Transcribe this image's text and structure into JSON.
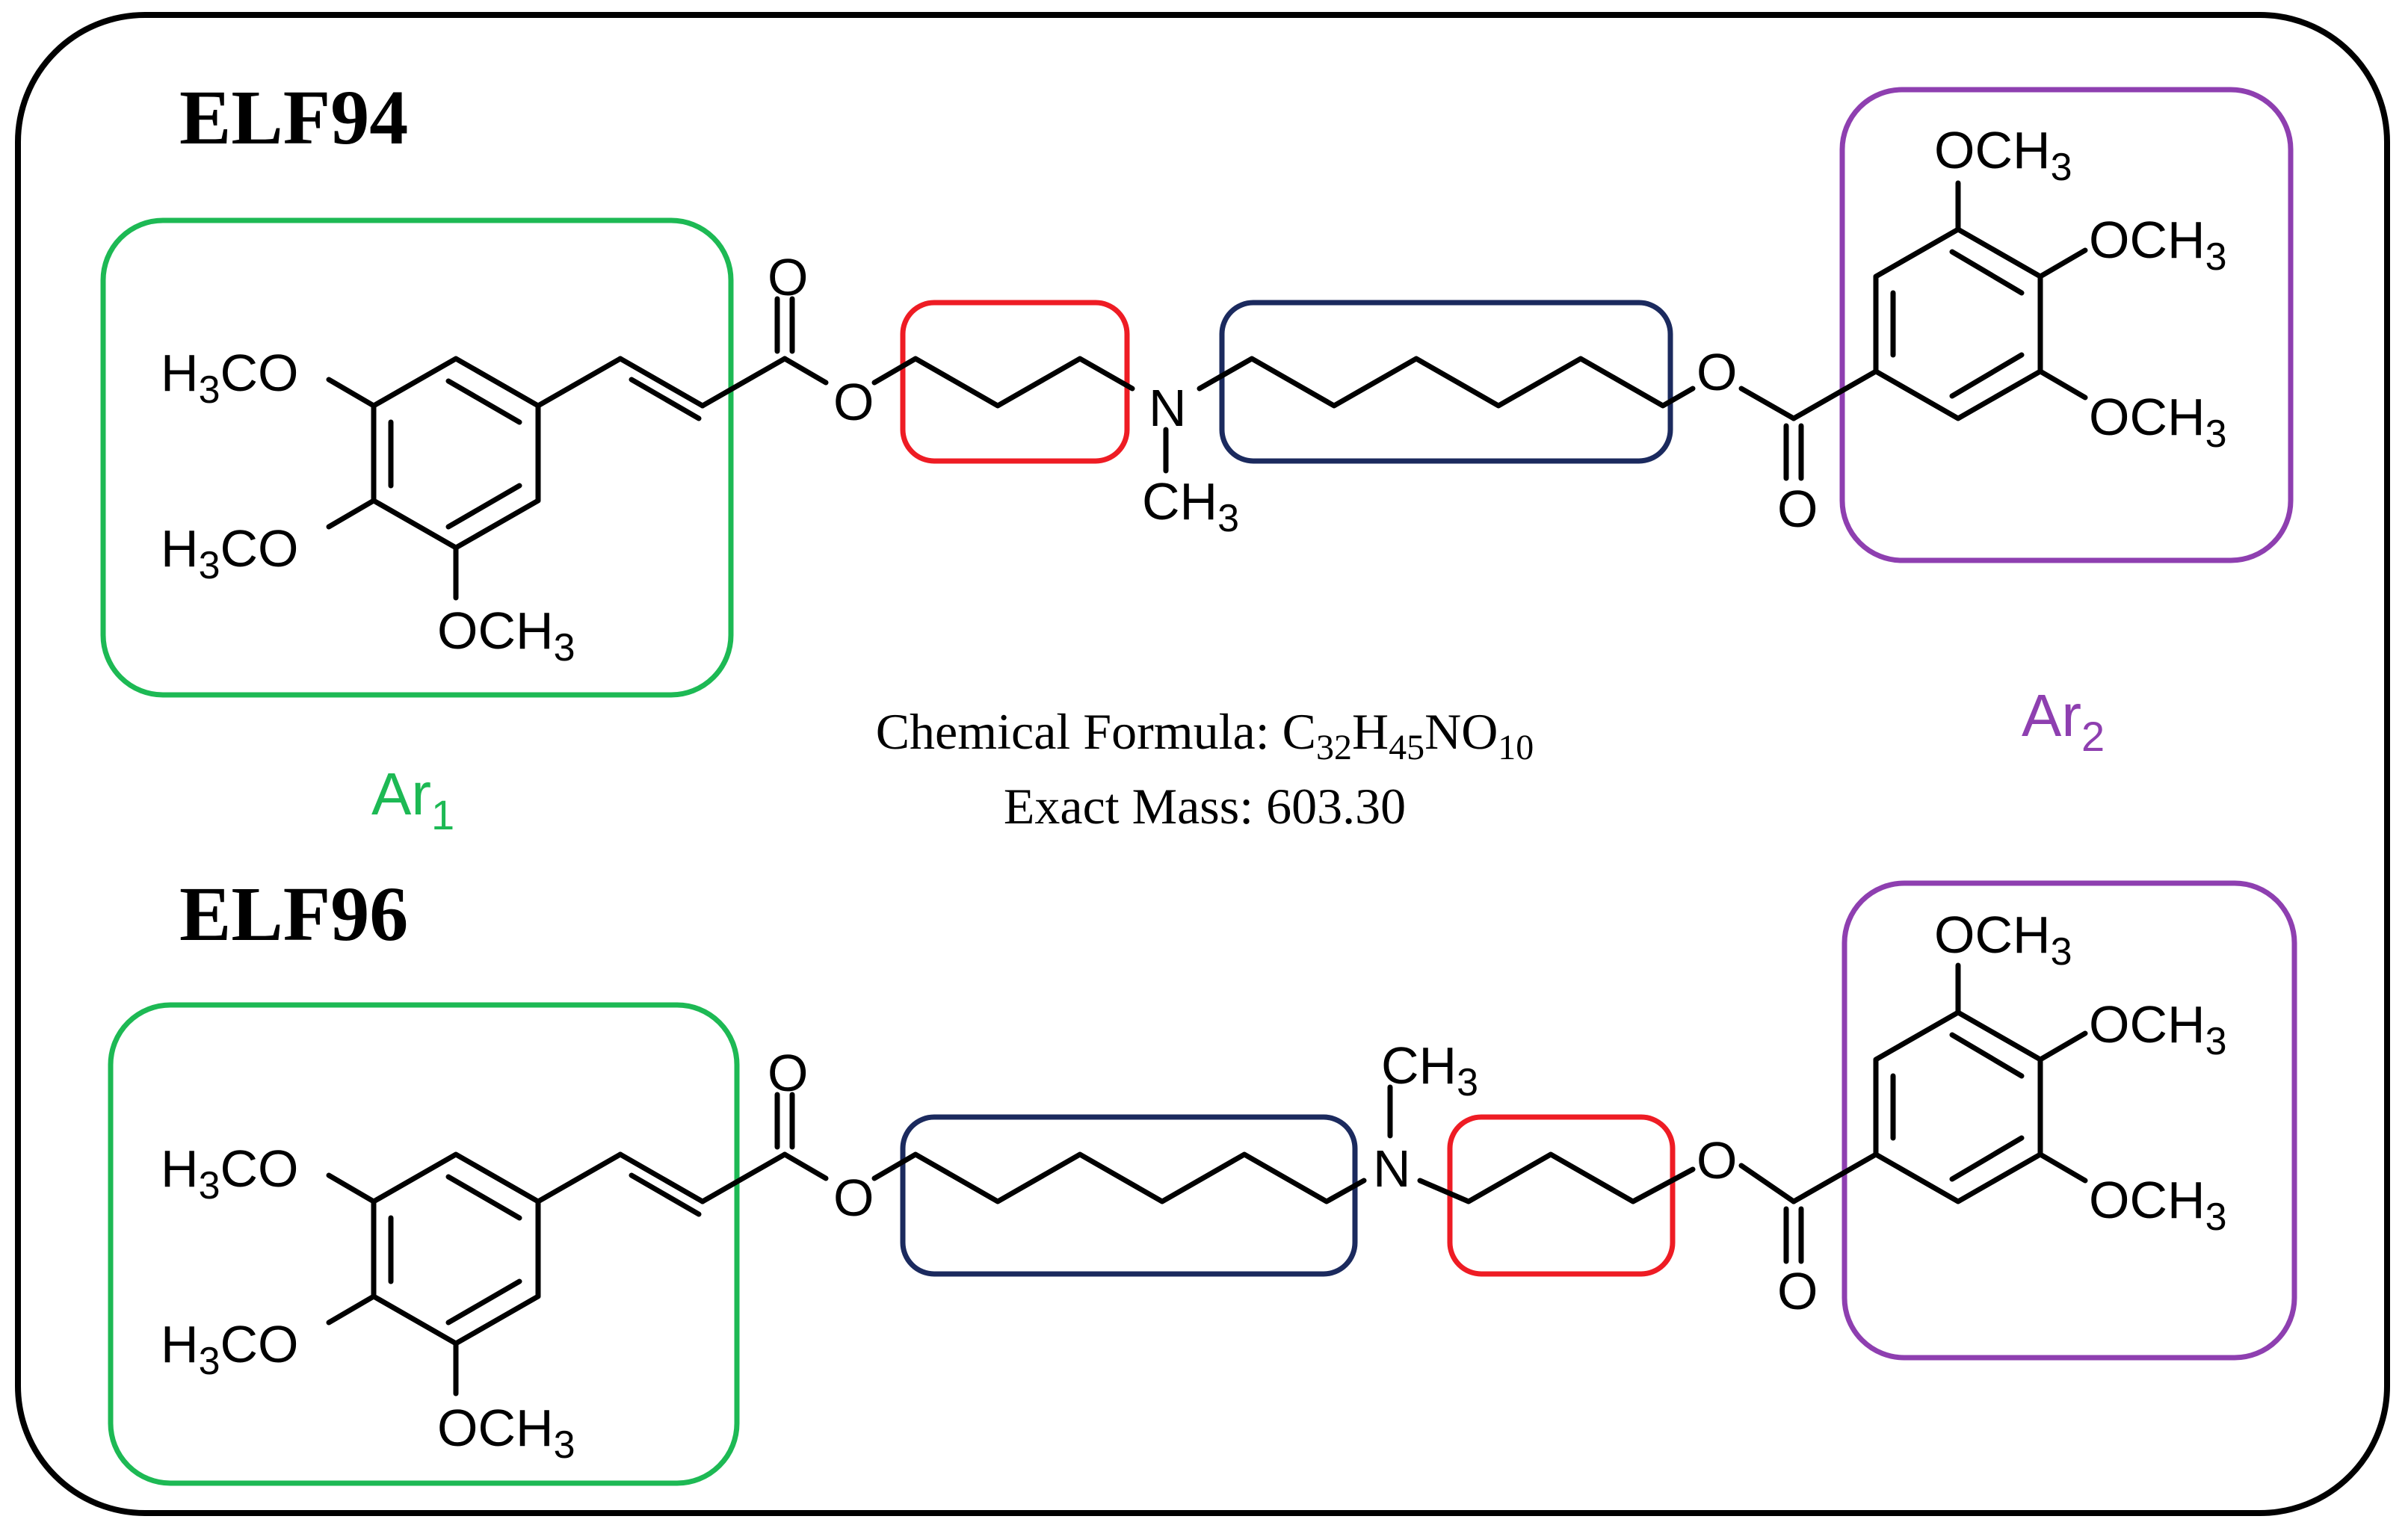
{
  "compounds": [
    {
      "name": "ELF94",
      "substituents": {
        "ar1_top": {
          "base": "H",
          "sub": "3",
          "tail": "CO"
        },
        "ar1_mid": {
          "base": "H",
          "sub": "3",
          "tail": "CO"
        },
        "ar1_bot": {
          "base": "OCH",
          "sub": "3"
        },
        "ar2_top": {
          "base": "OCH",
          "sub": "3"
        },
        "ar2_mid": {
          "base": "OCH",
          "sub": "3"
        },
        "ar2_bot": {
          "base": "OCH",
          "sub": "3"
        },
        "n_methyl": {
          "base": "CH",
          "sub": "3"
        }
      },
      "atoms": {
        "o_carbonyl1": "O",
        "o_ester1": "O",
        "nitrogen": "N",
        "o_ester2": "O",
        "o_carbonyl2": "O"
      }
    },
    {
      "name": "ELF96",
      "substituents": {
        "ar1_top": {
          "base": "H",
          "sub": "3",
          "tail": "CO"
        },
        "ar1_mid": {
          "base": "H",
          "sub": "3",
          "tail": "CO"
        },
        "ar1_bot": {
          "base": "OCH",
          "sub": "3"
        },
        "ar2_top": {
          "base": "OCH",
          "sub": "3"
        },
        "ar2_mid": {
          "base": "OCH",
          "sub": "3"
        },
        "ar2_bot": {
          "base": "OCH",
          "sub": "3"
        },
        "n_methyl": {
          "base": "CH",
          "sub": "3"
        }
      },
      "atoms": {
        "o_carbonyl1": "O",
        "o_ester1": "O",
        "nitrogen": "N",
        "o_ester2": "O",
        "o_carbonyl2": "O"
      }
    }
  ],
  "formula": {
    "prefix": "Chemical Formula: ",
    "parts": [
      {
        "t": "C",
        "s": "32"
      },
      {
        "t": "H",
        "s": "45"
      },
      {
        "t": "N",
        "s": ""
      },
      {
        "t": "O",
        "s": "10"
      }
    ]
  },
  "mass": "Exact Mass: 603.30",
  "ar1": {
    "base": "Ar",
    "sub": "1"
  },
  "ar2": {
    "base": "Ar",
    "sub": "2"
  },
  "colors": {
    "ar1": "#1db954",
    "ar2": "#8e3fb0",
    "short_chain": "#ee1c24",
    "long_chain": "#1b2a5e",
    "frame": "#000000"
  }
}
